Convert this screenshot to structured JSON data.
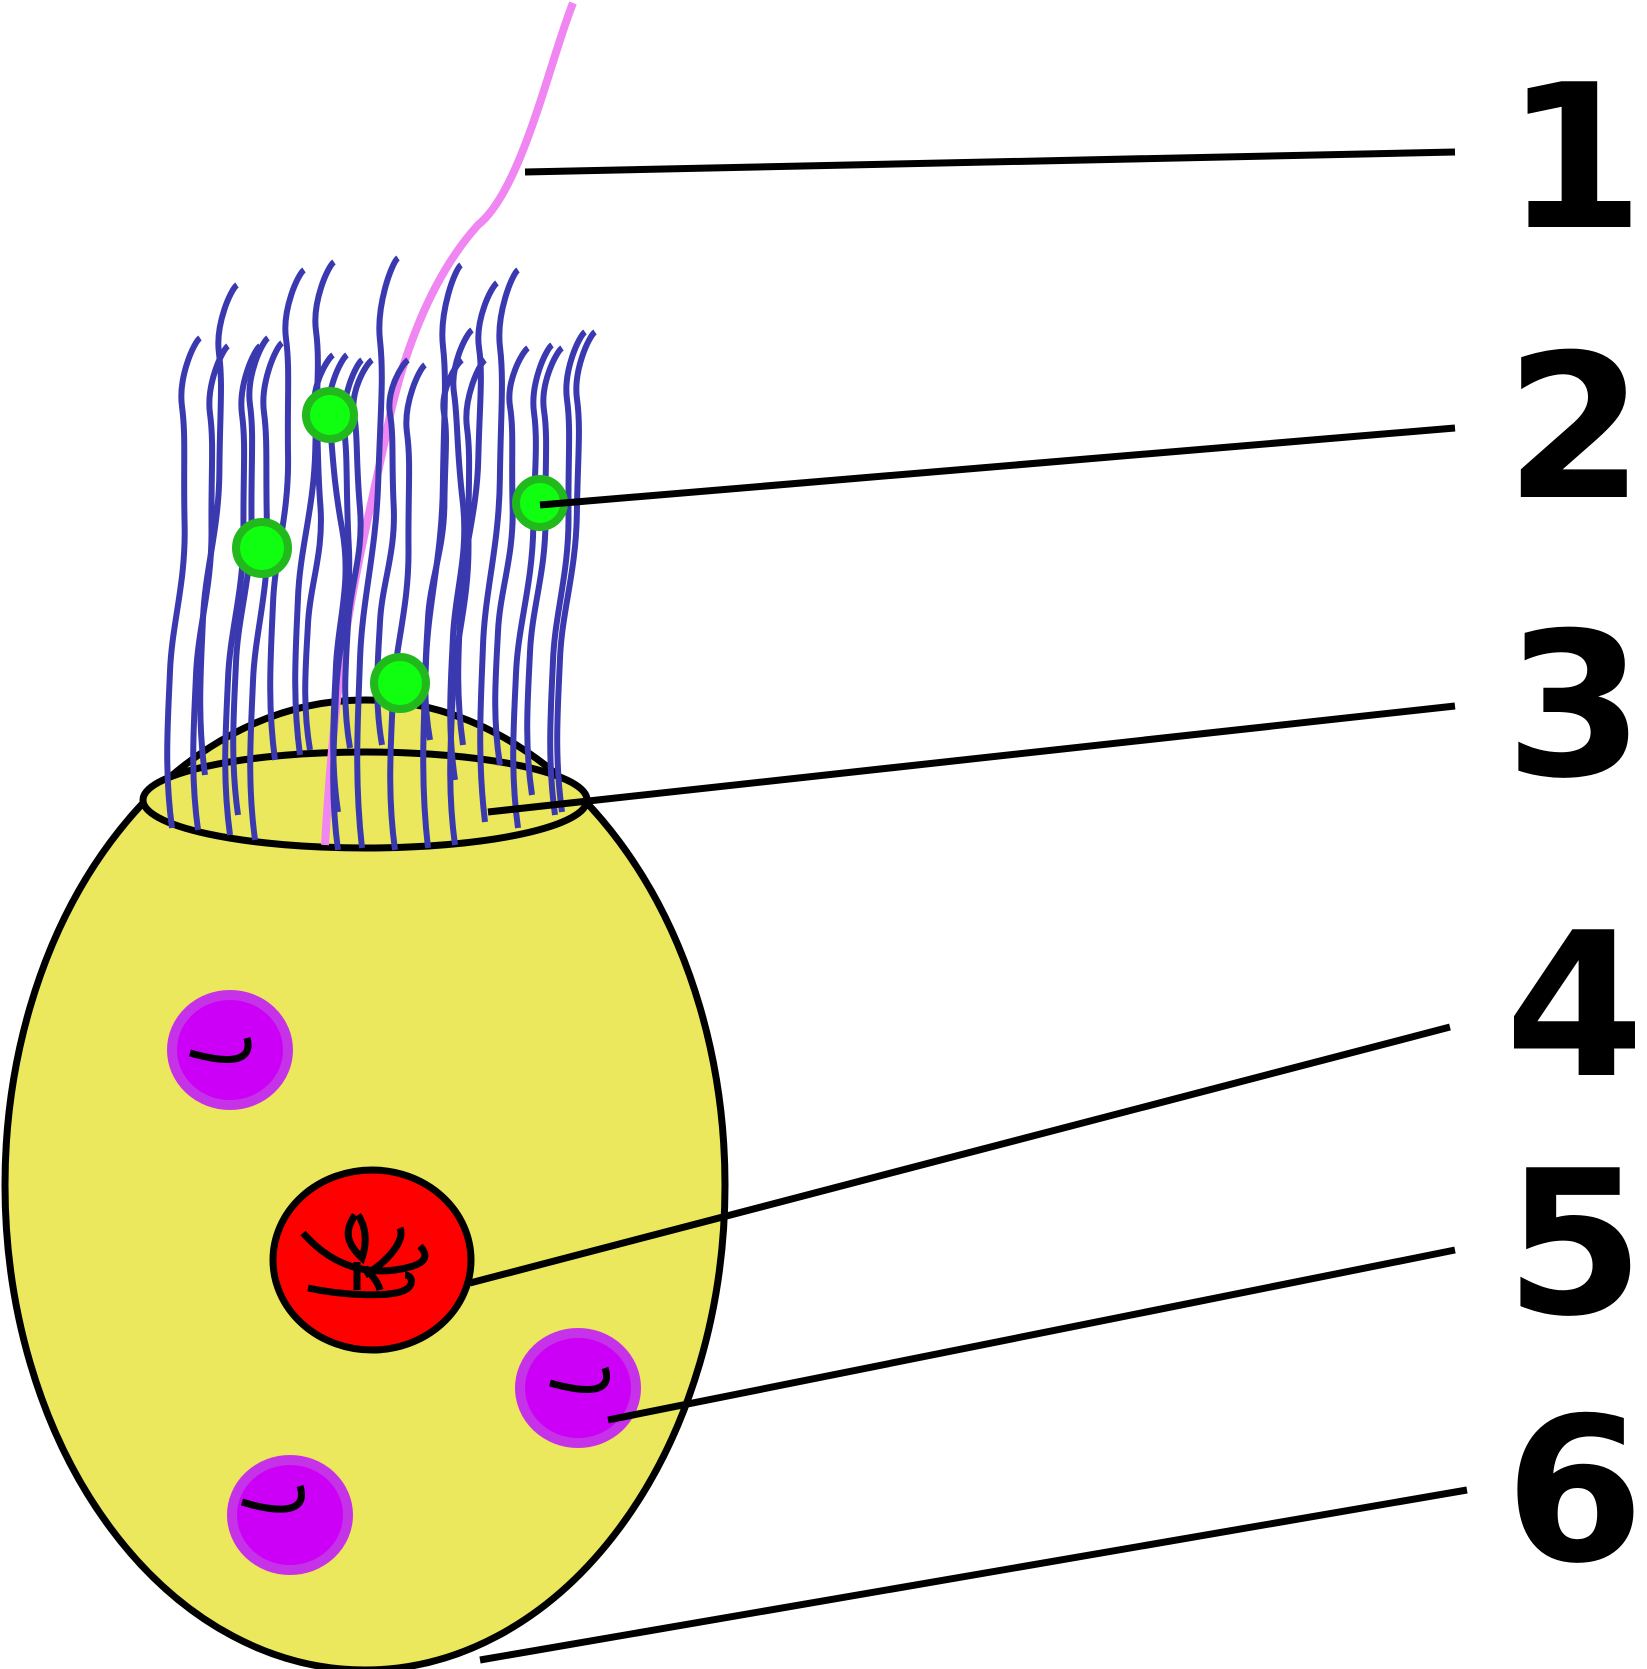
{
  "labels": [
    "1",
    "2",
    "3",
    "4",
    "5",
    "6"
  ],
  "colors": {
    "body_fill": "#ebe85d",
    "outline": "#000000",
    "cilia": "#3a39b0",
    "flagellum": "#ef86f1",
    "granule_fill": "#10ff10",
    "granule_ring": "#22b91c",
    "nucleus_fill": "#ff0000",
    "vacuole_fill": "#cc00f7",
    "vacuole_ring": "#c532e8"
  },
  "icons": {
    "cell_body": "oval-cell-body",
    "collar": "collar-ellipse",
    "cilia": "wavy-cilia-tuft",
    "flagellum": "long-pink-flagellum",
    "granules": "green-circles",
    "nucleus": "red-nucleus",
    "vacuoles": "magenta-vacuoles"
  }
}
